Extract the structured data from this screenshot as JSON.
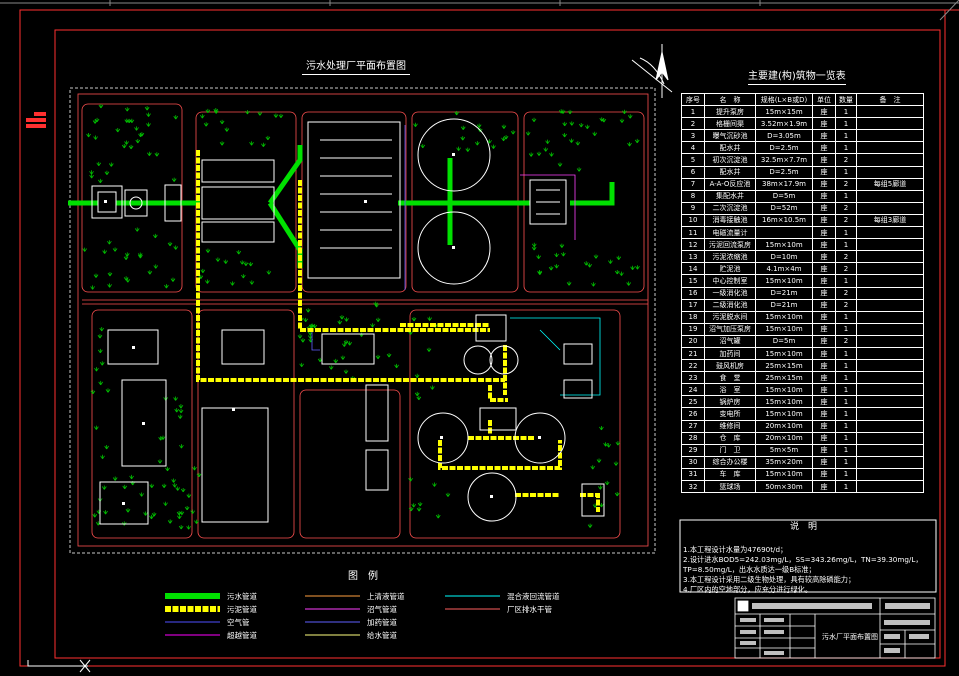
{
  "drawing_title": "污水处理厂平面布置图",
  "table": {
    "title": "主要建(构)筑物一览表",
    "headers": [
      "序号",
      "名　称",
      "规格(L×B或D)",
      "单位",
      "数量",
      "备　注"
    ],
    "rows": [
      [
        "1",
        "提升泵房",
        "15m×15m",
        "座",
        "1",
        ""
      ],
      [
        "2",
        "格栅间渠",
        "3.52m×1.9m",
        "座",
        "1",
        ""
      ],
      [
        "3",
        "曝气沉砂池",
        "D=3.05m",
        "座",
        "1",
        ""
      ],
      [
        "4",
        "配水井",
        "D=2.5m",
        "座",
        "1",
        ""
      ],
      [
        "5",
        "初次沉淀池",
        "32.5m×7.7m",
        "座",
        "2",
        ""
      ],
      [
        "6",
        "配水井",
        "D=2.5m",
        "座",
        "1",
        ""
      ],
      [
        "7",
        "A-A-O反应池",
        "38m×17.9m",
        "座",
        "2",
        "每组5廊道"
      ],
      [
        "8",
        "集配水井",
        "D=5m",
        "座",
        "1",
        ""
      ],
      [
        "9",
        "二次沉淀池",
        "D=52m",
        "座",
        "2",
        ""
      ],
      [
        "10",
        "消毒接触池",
        "16m×10.5m",
        "座",
        "2",
        "每组3廊道"
      ],
      [
        "11",
        "电磁流量计",
        "",
        "座",
        "1",
        ""
      ],
      [
        "12",
        "污泥回流泵房",
        "15m×10m",
        "座",
        "1",
        ""
      ],
      [
        "13",
        "污泥浓缩池",
        "D=10m",
        "座",
        "2",
        ""
      ],
      [
        "14",
        "贮泥池",
        "4.1m×4m",
        "座",
        "2",
        ""
      ],
      [
        "15",
        "中心控制室",
        "15m×10m",
        "座",
        "1",
        ""
      ],
      [
        "16",
        "一级消化池",
        "D=21m",
        "座",
        "2",
        ""
      ],
      [
        "17",
        "二级消化池",
        "D=21m",
        "座",
        "2",
        ""
      ],
      [
        "18",
        "污泥脱水间",
        "15m×10m",
        "座",
        "1",
        ""
      ],
      [
        "19",
        "沼气加压泵房",
        "15m×10m",
        "座",
        "1",
        ""
      ],
      [
        "20",
        "沼气罐",
        "D=5m",
        "座",
        "2",
        ""
      ],
      [
        "21",
        "加药间",
        "15m×10m",
        "座",
        "1",
        ""
      ],
      [
        "22",
        "鼓风机房",
        "25m×15m",
        "座",
        "1",
        ""
      ],
      [
        "23",
        "食　堂",
        "25m×15m",
        "座",
        "1",
        ""
      ],
      [
        "24",
        "浴　室",
        "15m×10m",
        "座",
        "1",
        ""
      ],
      [
        "25",
        "锅炉房",
        "15m×10m",
        "座",
        "1",
        ""
      ],
      [
        "26",
        "变电所",
        "15m×10m",
        "座",
        "1",
        ""
      ],
      [
        "27",
        "维修间",
        "20m×10m",
        "座",
        "1",
        ""
      ],
      [
        "28",
        "仓　库",
        "20m×10m",
        "座",
        "1",
        ""
      ],
      [
        "29",
        "门　卫",
        "5m×5m",
        "座",
        "1",
        ""
      ],
      [
        "30",
        "综合办公楼",
        "35m×20m",
        "座",
        "1",
        ""
      ],
      [
        "31",
        "车　库",
        "15m×10m",
        "座",
        "1",
        ""
      ],
      [
        "32",
        "篮球场",
        "50m×30m",
        "座",
        "1",
        ""
      ]
    ]
  },
  "notes": {
    "title": "说　明",
    "lines": [
      "1.本工程设计水量为47690t/d；",
      "2.设计进水BOD5=242.03mg/L，SS=343.26mg/L，TN=39.30mg/L，",
      "   TP=8.50mg/L，出水水质达一级B标准；",
      "3.本工程设计采用二级生物处理，具有较高除磷能力；",
      "4.厂区内的空地部分，应充分进行绿化。"
    ]
  },
  "legend": {
    "title": "图　例",
    "items": [
      {
        "label": "污水管道",
        "color": "#00e000"
      },
      {
        "label": "污泥管道",
        "color": "#ffff00"
      },
      {
        "label": "空气管",
        "color": "#5050ff"
      },
      {
        "label": "超越管道",
        "color": "#ff00ff"
      },
      {
        "label": "上清液管道",
        "color": "#ffa040"
      },
      {
        "label": "沼气管道",
        "color": "#ff40ff"
      },
      {
        "label": "加药管道",
        "color": "#6060ff"
      },
      {
        "label": "给水管道",
        "color": "#ffff80"
      },
      {
        "label": "混合液回流管道",
        "color": "#00ffff"
      },
      {
        "label": "厂区排水干管",
        "color": "#ff6060"
      }
    ]
  },
  "title_block": {
    "drawing_name": "污水厂平面布置图"
  },
  "colors": {
    "frame": "#ff3030",
    "sewage": "#00e000",
    "sludge": "#ffff00",
    "road": "#ff5050",
    "structure": "#ffffff",
    "grass": "#00c000"
  }
}
